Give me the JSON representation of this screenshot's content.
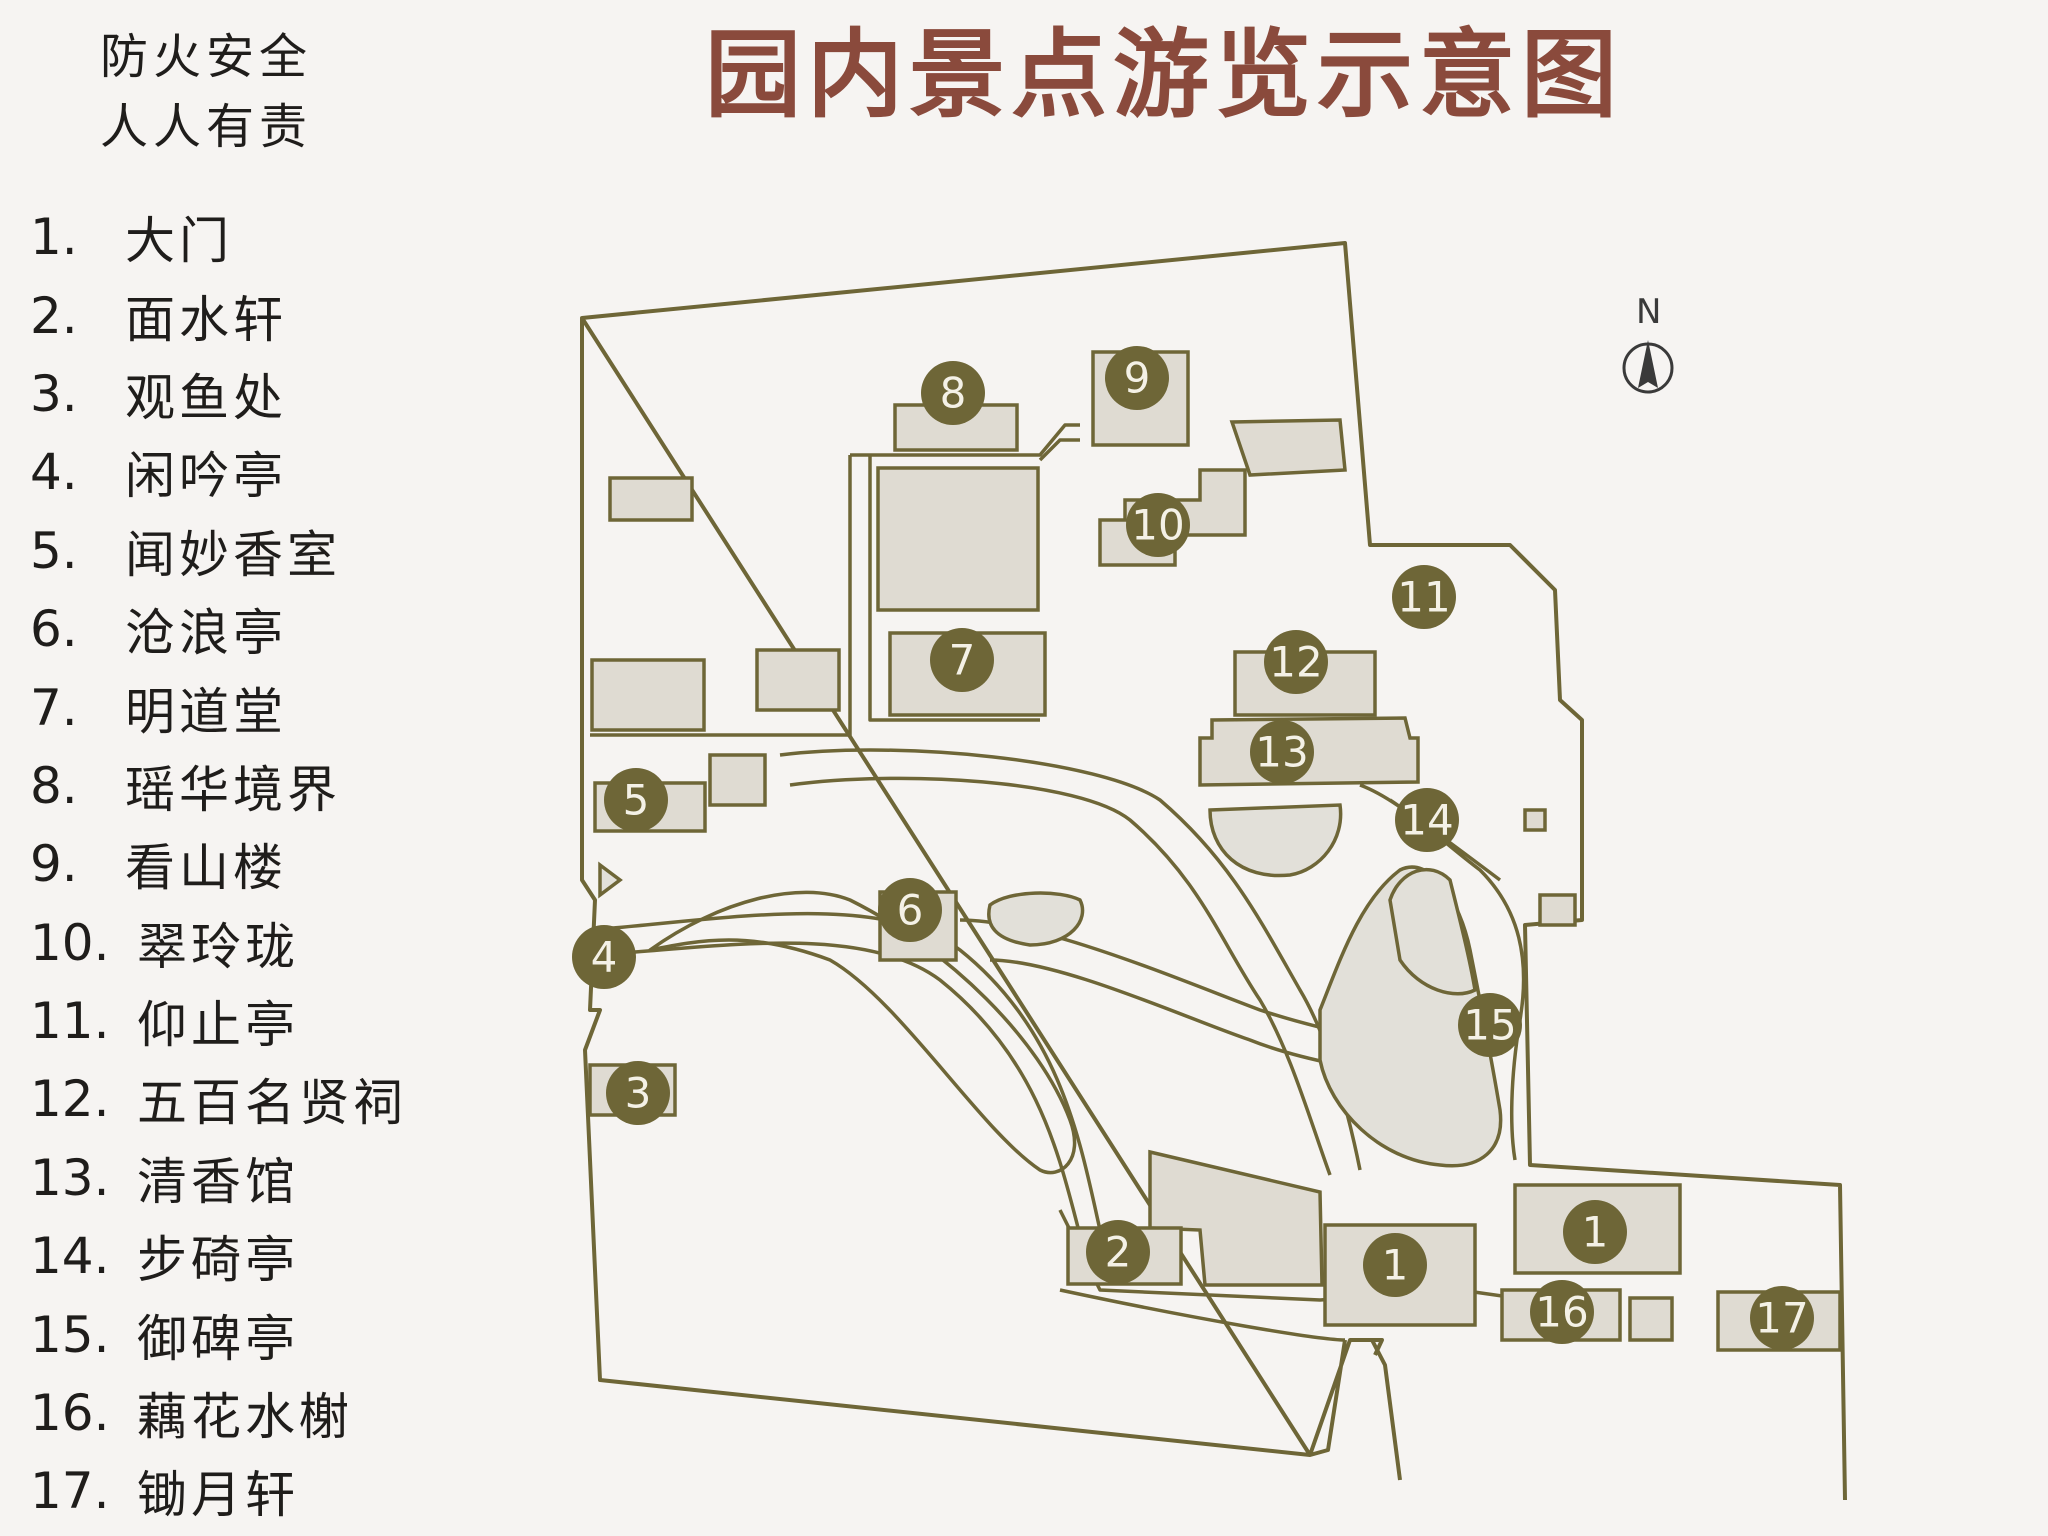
{
  "slogan": [
    "防火安全",
    "人人有责"
  ],
  "title": "园内景点游览示意图",
  "legend": [
    {
      "num": "1.",
      "name": "大门"
    },
    {
      "num": "2.",
      "name": "面水轩"
    },
    {
      "num": "3.",
      "name": "观鱼处"
    },
    {
      "num": "4.",
      "name": "闲吟亭"
    },
    {
      "num": "5.",
      "name": "闻妙香室"
    },
    {
      "num": "6.",
      "name": "沧浪亭"
    },
    {
      "num": "7.",
      "name": "明道堂"
    },
    {
      "num": "8.",
      "name": "瑶华境界"
    },
    {
      "num": "9.",
      "name": "看山楼"
    },
    {
      "num": "10.",
      "name": "翠玲珑"
    },
    {
      "num": "11.",
      "name": "仰止亭"
    },
    {
      "num": "12.",
      "name": "五百名贤祠"
    },
    {
      "num": "13.",
      "name": "清香馆"
    },
    {
      "num": "14.",
      "name": "步碕亭"
    },
    {
      "num": "15.",
      "name": "御碑亭"
    },
    {
      "num": "16.",
      "name": "藕花水榭"
    },
    {
      "num": "17.",
      "name": "锄月轩"
    }
  ],
  "markers": [
    "1",
    "1",
    "2",
    "3",
    "4",
    "5",
    "6",
    "7",
    "8",
    "9",
    "10",
    "11",
    "12",
    "13",
    "14",
    "15",
    "16",
    "17"
  ],
  "compass": {
    "label": "N"
  },
  "colors": {
    "outline": "#6e6637",
    "building": "#dfdbd2",
    "title": "#8a4a3c",
    "marker": "#6e6637"
  }
}
